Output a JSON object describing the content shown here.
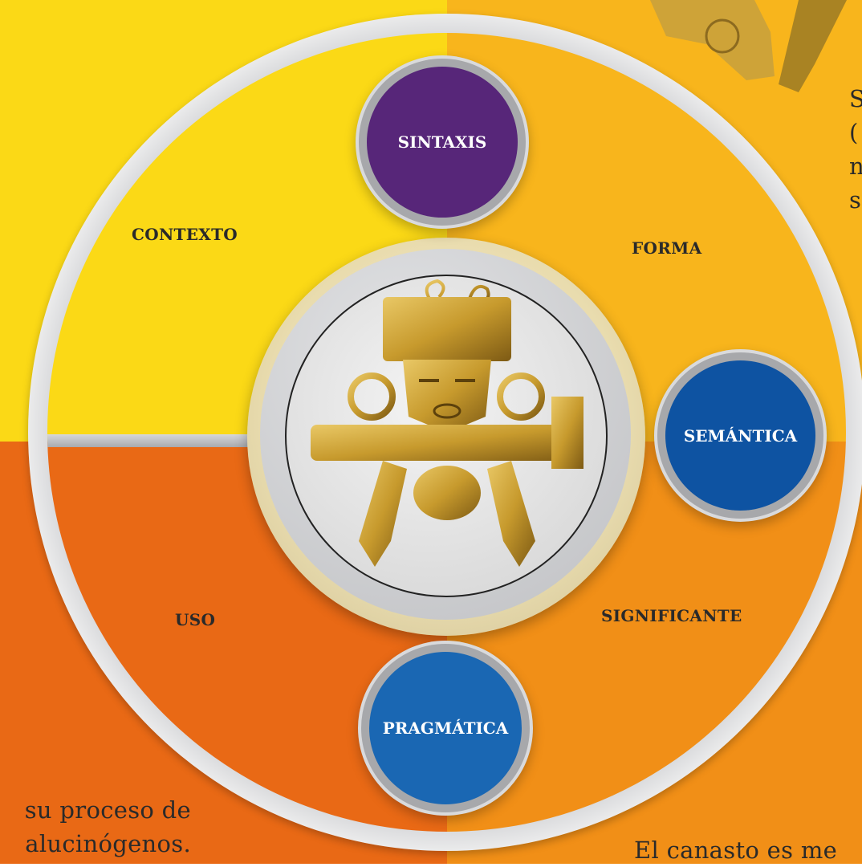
{
  "diagram": {
    "nodes": {
      "sintaxis": "SINTAXIS",
      "semantica": "SEMÁNTICA",
      "pragmatica": "PRAGMÁTICA"
    },
    "quadrant_labels": {
      "contexto": "CONTEXTO",
      "forma": "FORMA",
      "uso": "USO",
      "significante": "SIGNIFICANTE"
    }
  },
  "page_text": {
    "top_right_lines": [
      "S",
      "(",
      "n",
      "s"
    ],
    "bottom_left_lines": [
      "su proceso de",
      "alucinógenos."
    ],
    "bottom_right": "El canasto es me"
  },
  "colors": {
    "yellow": "#fbd916",
    "gold": "#f8b51c",
    "orange_dark": "#e96915",
    "orange": "#f18f17",
    "purple": "#572679",
    "blue_dark": "#0e53a2",
    "blue": "#1a67b3"
  }
}
